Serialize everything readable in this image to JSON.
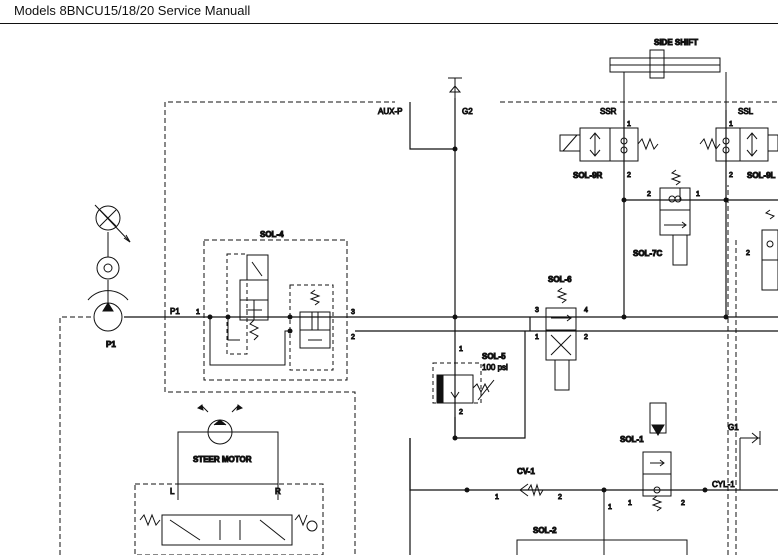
{
  "header": {
    "title": "Models 8BNCU15/18/20 Service Manuall"
  },
  "labels": {
    "side_shift": "SIDE SHIFT",
    "aux_p": "AUX-P",
    "g2": "G2",
    "ssr": "SSR",
    "ssl": "SSL",
    "sol_9r": "SOL-9R",
    "sol_9l": "SOL-9L",
    "sol_7c": "SOL-7C",
    "sol_4": "SOL-4",
    "sol_6": "SOL-6",
    "sol_5": "SOL-5",
    "sol_5_pressure": "100 psi",
    "sol_1": "SOL-1",
    "sol_2": "SOL-2",
    "cv_1": "CV-1",
    "g1": "G1",
    "cyl_1": "CYL-1",
    "p1_port": "P1",
    "p1_pump": "P1",
    "steer_motor": "STEER MOTOR",
    "port_l": "L",
    "port_r": "R"
  },
  "port_numbers": {
    "sol4_in": "1",
    "sol4_out3": "3",
    "sol4_out2": "2",
    "sol6_3": "3",
    "sol6_4": "4",
    "sol6_1": "1",
    "sol6_2": "2",
    "sol5_1": "1",
    "sol5_2": "2",
    "ssr_1": "1",
    "ssl_1": "1",
    "sol9r_2": "2",
    "sol9l_2": "2",
    "sol7c_2": "2",
    "sol7c_1": "1",
    "right_2": "2",
    "cv1_1": "1",
    "cv1_2": "2",
    "sol1_1": "1",
    "sol1_2": "2",
    "sol2_1": "1"
  }
}
